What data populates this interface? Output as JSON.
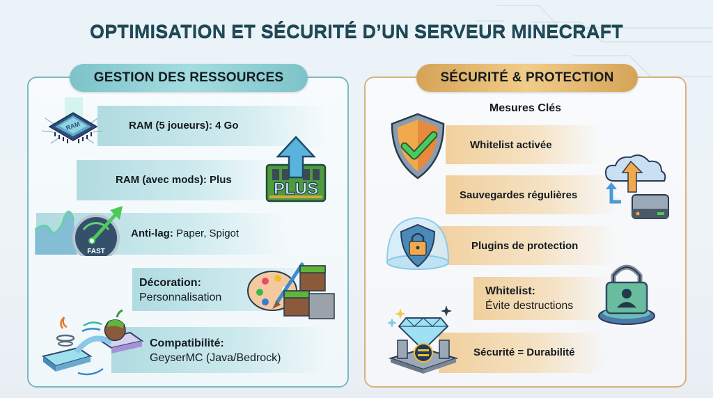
{
  "title": "OPTIMISATION ET SÉCURITÉ D’UN SERVEUR MINECRAFT",
  "colors": {
    "title": "#1f4a58",
    "resources_accent": "#79b9c2",
    "security_accent": "#d8b27c"
  },
  "resources": {
    "header": "GESTION DES RESSOURCES",
    "items": [
      {
        "icon": "ram-chip-icon",
        "icon_label": "RAM",
        "label": "RAM (5 joueurs):",
        "value": "4 Go"
      },
      {
        "icon": "ram-plus-upgrade-icon",
        "icon_label": "PLUS",
        "label": "RAM (avec mods):",
        "value": "Plus"
      },
      {
        "icon": "speedometer-fast-icon",
        "icon_label": "FAST",
        "label": "Anti-lag:",
        "value": "Paper, Spigot"
      },
      {
        "icon": "palette-blocks-icon",
        "label": "Décoration:",
        "value": "Personnalisation"
      },
      {
        "icon": "java-bedrock-bridge-icon",
        "label": "Compatibilité:",
        "value": "GeyserMC (Java/Bedrock)"
      }
    ]
  },
  "security": {
    "header": "SÉCURITÉ & PROTECTION",
    "subtitle": "Mesures Clés",
    "items": [
      {
        "icon": "shield-check-icon",
        "label": "Whitelist activée"
      },
      {
        "icon": "cloud-backup-icon",
        "label": "Sauvegardes régulières"
      },
      {
        "icon": "shield-lock-dome-icon",
        "label": "Plugins de protection"
      },
      {
        "icon": "user-lock-icon",
        "label": "Whitelist:",
        "value": "Évite destructions"
      },
      {
        "icon": "diamond-pedestal-icon",
        "label": "Sécurité = Durabilité"
      }
    ]
  }
}
